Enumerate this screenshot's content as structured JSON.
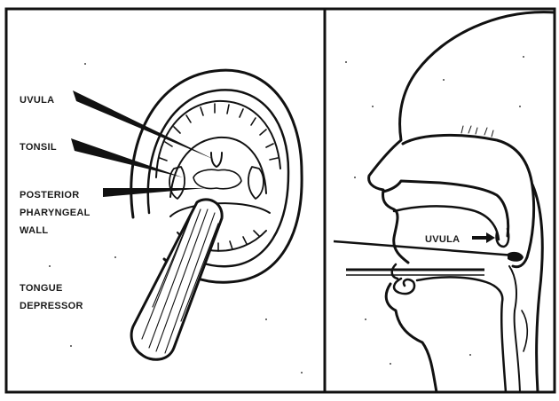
{
  "labels": {
    "uvula": "UVULA",
    "tonsil": "TONSIL",
    "posterior_line1": "POSTERIOR",
    "posterior_line2": "PHARYNGEAL",
    "posterior_line3": "WALL",
    "tongue_line1": "TONGUE",
    "tongue_line2": "DEPRESSOR",
    "uvula_side": "UVULA"
  },
  "icons": {
    "uvula_side_arrow": "right-arrow-icon"
  }
}
